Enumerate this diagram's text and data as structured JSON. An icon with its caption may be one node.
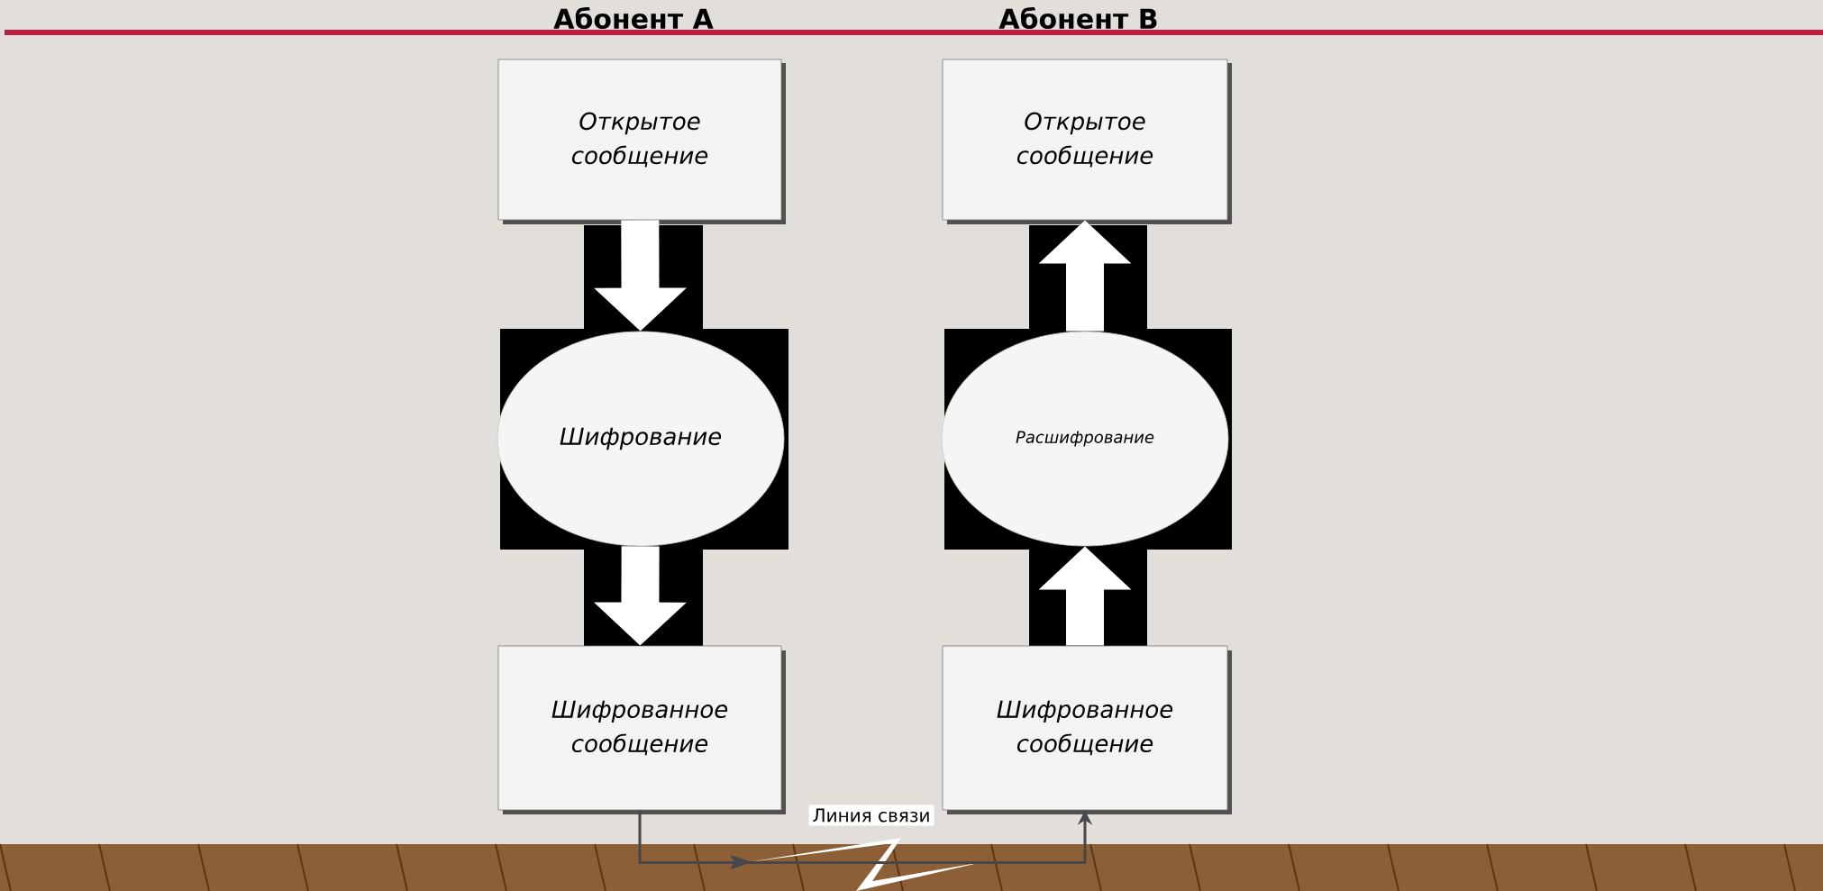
{
  "diagram": {
    "nodes": [
      {
        "text": [
          "Открытое сообщение"
        ]
      },
      {
        "text": [
          "Шифрование"
        ]
      },
      {
        "text": [
          "Шифрованное сообщение"
        ]
      },
      {
        "text": [
          "Открытое сообщение"
        ]
      },
      {
        "text": [
          "Расшифрование"
        ]
      },
      {
        "text": [
          "Шифрованное сообщение"
        ]
      }
    ],
    "edges": [
      {
        "from": 0,
        "to": 1,
        "arrow": "to"
      },
      {
        "from": 1,
        "to": 2,
        "arrow": "to"
      },
      {
        "from": 4,
        "to": 3,
        "arrow": "to"
      },
      {
        "from": 5,
        "to": 4,
        "arrow": "to"
      },
      {
        "from": 2,
        "to": 5,
        "arrow": "to",
        "label": "Линия связи",
        "color": "#46464b"
      }
    ],
    "labels": [
      "Абонент А",
      "Абонент B"
    ]
  }
}
